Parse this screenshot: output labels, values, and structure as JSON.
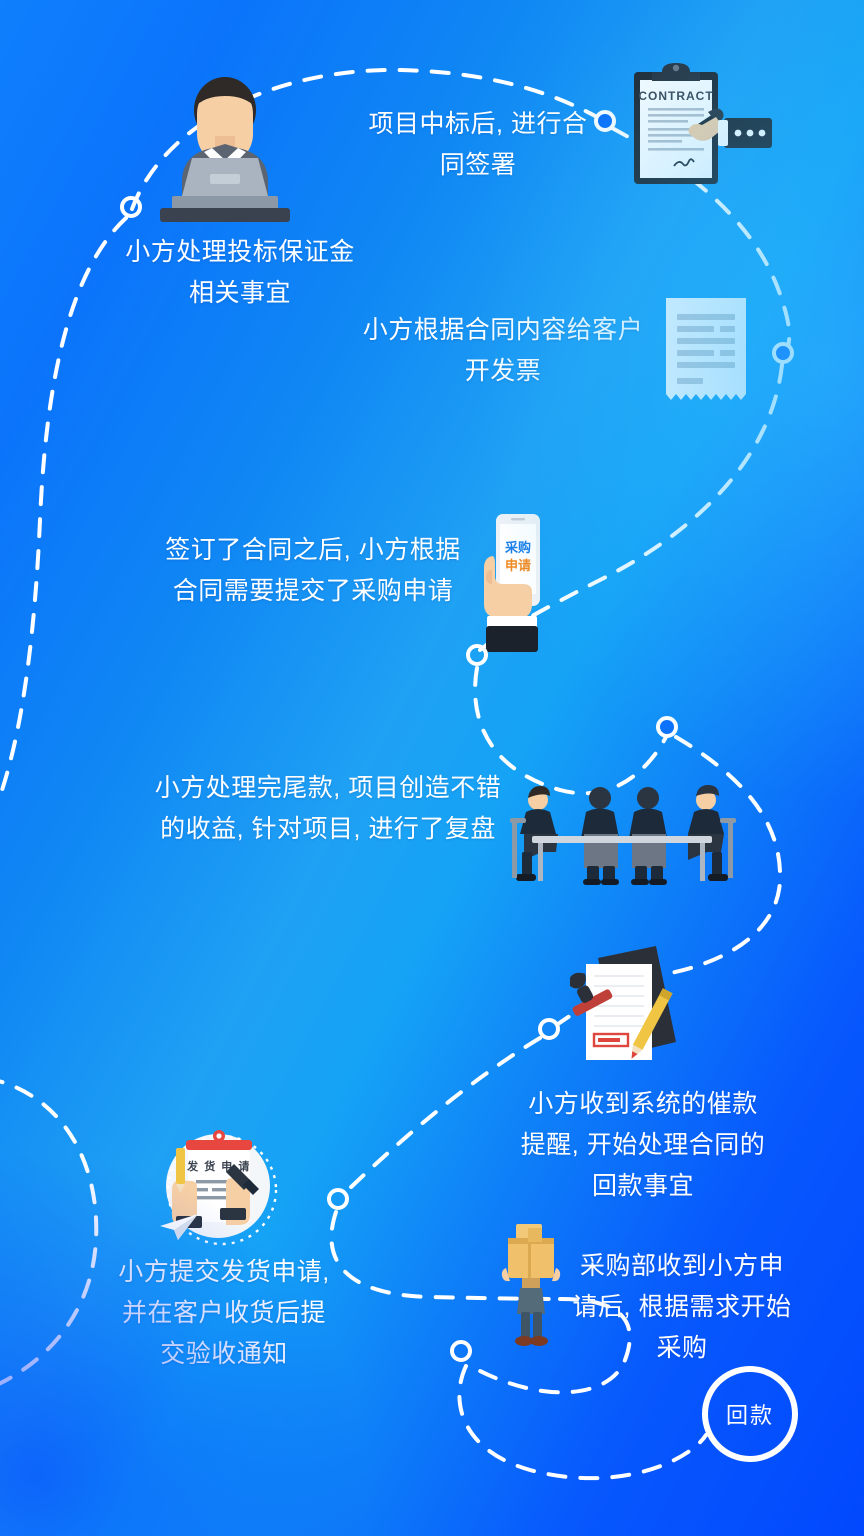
{
  "meta": {
    "title": "项目业务流程图",
    "bg_top_left": "#0a77fc",
    "bg_right": "#1fa1f4",
    "bg_bottom_left": "#0248fe",
    "line_color": "#ffffff",
    "node_fill": "#0b6ffb"
  },
  "steps": [
    {
      "id": "bid-deposit",
      "caption": "小方处理投标保证金\n相关事宜",
      "icon": "businessman-laptop-icon"
    },
    {
      "id": "contract-signing",
      "caption": "项目中标后, 进行合\n同签署",
      "icon": "contract-clipboard-signing-icon",
      "icon_label": "CONTRACT"
    },
    {
      "id": "invoice",
      "caption": "小方根据合同内容给客户\n开发票",
      "icon": "invoice-receipt-icon"
    },
    {
      "id": "purchase-request",
      "caption": "签订了合同之后, 小方根据\n合同需要提交了采购申请",
      "icon": "hand-phone-icon",
      "icon_label": "采购\n申请"
    },
    {
      "id": "project-review",
      "caption": "小方处理完尾款, 项目创造不错\n的收益, 针对项目, 进行了复盘",
      "icon": "meeting-table-icon"
    },
    {
      "id": "payment-reminder",
      "caption": "小方收到系统的催款\n提醒, 开始处理合同的\n回款事宜",
      "icon": "stamped-document-pencil-icon"
    },
    {
      "id": "shipping-request",
      "caption": "小方提交发货申请,\n并在客户收货后提\n交验收通知",
      "icon": "shipping-request-clipboard-icon",
      "icon_label": "发 货 申 请"
    },
    {
      "id": "procurement",
      "caption": "采购部收到小方申\n请后, 根据需求开始\n采购",
      "icon": "person-carrying-boxes-icon"
    }
  ],
  "end_badge": {
    "label": "回款",
    "name": "payment-collection-badge"
  }
}
